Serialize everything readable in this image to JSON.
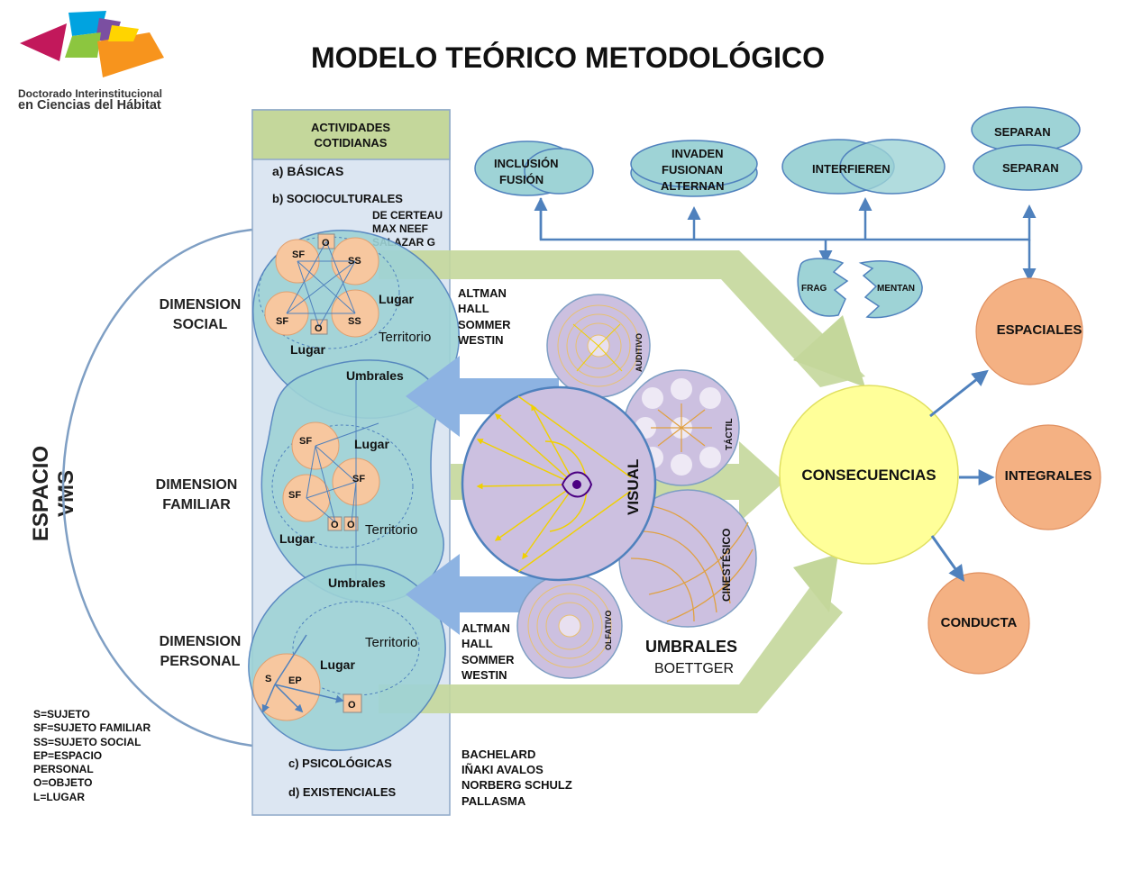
{
  "logo": {
    "line1": "Doctorado Interinstitucional",
    "line2": "en Ciencias del Hábitat"
  },
  "title": "MODELO TEÓRICO METODOLÓGICO",
  "espacio": {
    "line1": "ESPACIO",
    "line2": "VMS"
  },
  "dimensions": {
    "social": {
      "line1": "DIMENSION",
      "line2": "SOCIAL"
    },
    "familiar": {
      "line1": "DIMENSION",
      "line2": "FAMILIAR"
    },
    "personal": {
      "line1": "DIMENSION",
      "line2": "PERSONAL"
    }
  },
  "activities": {
    "header_line1": "ACTIVIDADES",
    "header_line2": "COTIDIANAS",
    "basicas": "a) BÁSICAS",
    "socioculturales": "b) SOCIOCULTURALES",
    "psicologicas": "c) PSICOLÓGICAS",
    "existenciales": "d) EXISTENCIALES",
    "authors_socio": [
      "DE CERTEAU",
      "MAX  NEEF",
      "SALAZAR  G"
    ]
  },
  "labels": {
    "sf": "SF",
    "ss": "SS",
    "o": "O",
    "s": "S",
    "ep": "EP",
    "lugar": "Lugar",
    "territorio": "Territorio",
    "umbrales": "Umbrales"
  },
  "authors_top": [
    "ALTMAN",
    "HALL",
    "SOMMER",
    "WESTIN"
  ],
  "authors_bottom": [
    "ALTMAN",
    "HALL",
    "SOMMER",
    "WESTIN"
  ],
  "authors_existencial": [
    "BACHELARD",
    "IÑAKI AVALOS",
    "NORBERG SCHULZ",
    "PALLASMA"
  ],
  "senses": {
    "visual": "VISUAL",
    "auditivo": "AUDITIVO",
    "tactil": "TÁCTIL",
    "cinestesico": "CINESTÉSICO",
    "olfativo": "OLFATIVO",
    "umbrales": "UMBRALES",
    "boettger": "BOETTGER"
  },
  "relations": {
    "inclusion": "INCLUSIÓN",
    "fusion": "FUSIÓN",
    "invaden": "INVADEN",
    "fusionan": "FUSIONAN",
    "alternan": "ALTERNAN",
    "interfieren": "INTERFIEREN",
    "separan_top": "SEPARAN",
    "separan_bottom": "SEPARAN",
    "frag": "FRAG",
    "mentan": "MENTAN"
  },
  "consequences": {
    "main": "CONSECUENCIAS",
    "espaciales": "ESPACIALES",
    "integrales": "INTEGRALES",
    "conducta": "CONDUCTA"
  },
  "legend": [
    "S=SUJETO",
    "SF=SUJETO FAMILIAR",
    "SS=SUJETO SOCIAL",
    "EP=ESPACIO",
    "PERSONAL",
    "O=OBJETO",
    "L=LUGAR"
  ],
  "colors": {
    "panel_bg": "#dce6f2",
    "panel_header": "#c4d79b",
    "teal": "#9ed3d6",
    "lavender": "#ccc0e0",
    "peach": "#f7c79f",
    "yellow": "#ffff99",
    "orange": "#f4b183",
    "green_arrow": "#c4d79b",
    "blue_arrow": "#8db3e2",
    "line_blue": "#4f81bd"
  }
}
